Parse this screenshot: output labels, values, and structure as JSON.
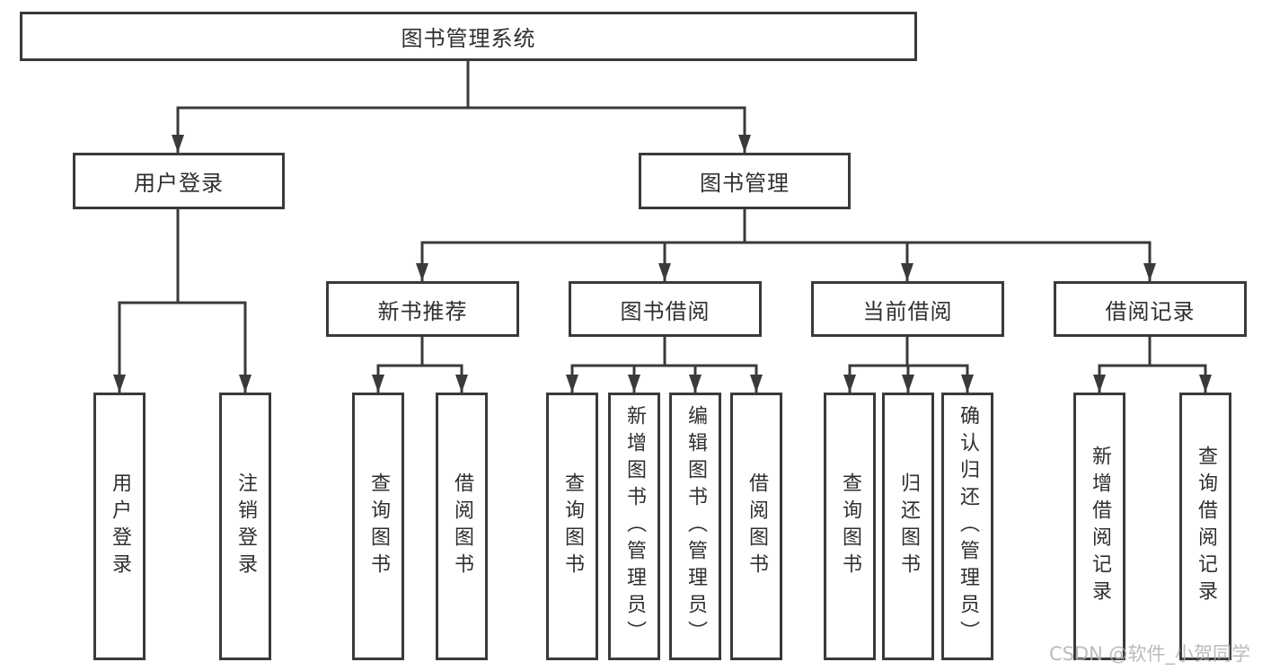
{
  "title": "图书管理系统",
  "watermark": "CSDN @软件_小贺同学",
  "colors": {
    "line": "#3a3a3a",
    "text": "#2f2f2f",
    "box_bg": "#ffffff",
    "watermark": "#b0b0b0"
  },
  "nodes": {
    "root": "图书管理系统",
    "level2": [
      "用户登录",
      "图书管理"
    ],
    "level3": [
      "新书推荐",
      "图书借阅",
      "当前借阅",
      "借阅记录"
    ],
    "leaves": {
      "user_login": [
        "用户登录",
        "注销登录"
      ],
      "new_books": [
        "查询图书",
        "借阅图书"
      ],
      "book_borrow": [
        "查询图书",
        "新增图书（管理员）",
        "编辑图书（管理员）",
        "借阅图书"
      ],
      "current_borrow": [
        "查询图书",
        "归还图书",
        "确认归还（管理员）"
      ],
      "borrow_records": [
        "新增借阅记录",
        "查询借阅记录"
      ]
    }
  }
}
